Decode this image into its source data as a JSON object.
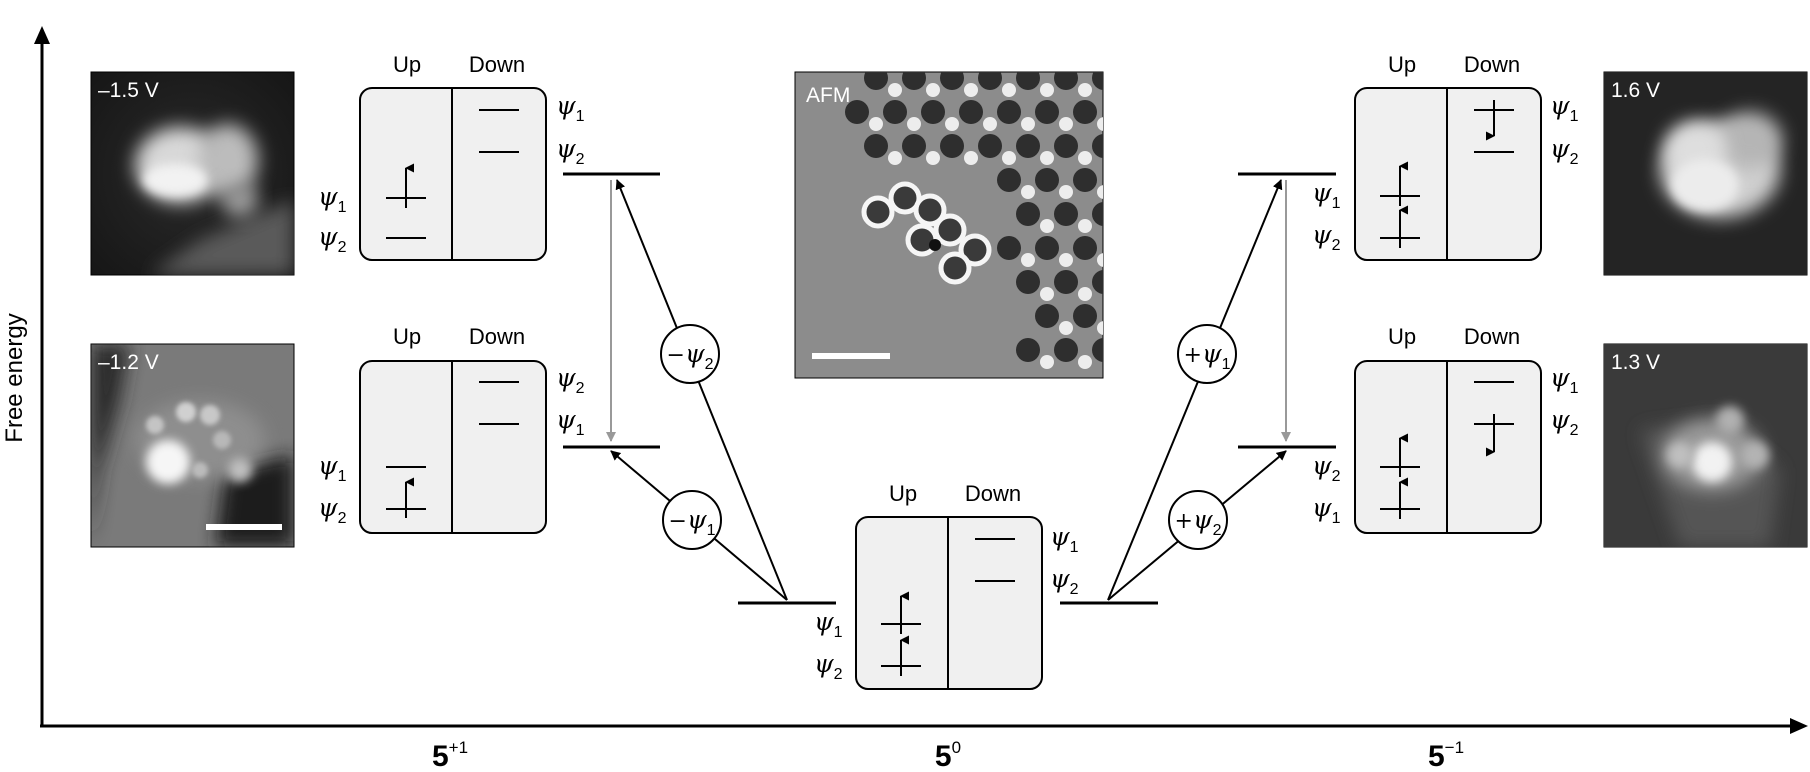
{
  "axis": {
    "y_label": "Free energy"
  },
  "states": [
    {
      "base": "5",
      "sup": "+1"
    },
    {
      "base": "5",
      "sup": "0"
    },
    {
      "base": "5",
      "sup": "−1"
    }
  ],
  "spin_headers": {
    "up": "Up",
    "down": "Down"
  },
  "psi": {
    "symbol": "ψ",
    "sub1": "1",
    "sub2": "2"
  },
  "stm_images": {
    "top_left": "–1.5 V",
    "bottom_left": "–1.2 V",
    "top_right": "1.6 V",
    "bottom_right": "1.3 V",
    "center": "AFM"
  },
  "transitions": {
    "minus_psi2": {
      "sign": "−",
      "sub": "2"
    },
    "minus_psi1": {
      "sign": "−",
      "sub": "1"
    },
    "plus_psi1": {
      "sign": "+",
      "sub": "1"
    },
    "plus_psi2": {
      "sign": "+",
      "sub": "2"
    }
  },
  "colors": {
    "relaxation_arrow": "#999999",
    "box_fill": "#f0f0f0"
  }
}
